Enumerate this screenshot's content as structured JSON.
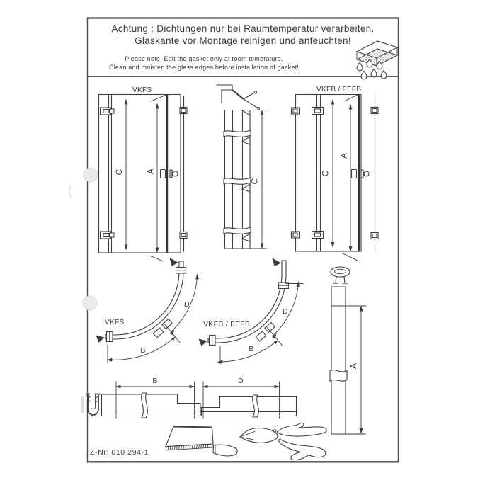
{
  "document": {
    "paper_color": "#ffffff",
    "line_color": "#3e3e3e",
    "frame_color": "#4a4a4a"
  },
  "notice": {
    "de_line1": "Achtung : Dichtungen nur bei Raumtemperatur verarbeiten.",
    "de_line2": "Glaskante vor Montage reinigen und anfeuchten!",
    "en_line1": "Please note: Edit the gasket only at room temerature.",
    "en_line2": "Clean and moisten the glass edges before installation of gasket!"
  },
  "labels": {
    "vkfs": "VKFS",
    "vkfb_fefb": "VKFB / FEFB",
    "dim_a": "A",
    "dim_b": "B",
    "dim_c": "C",
    "dim_d": "D"
  },
  "footer": {
    "drawing_number": "Z-Nr: 010 294-1"
  },
  "icons": {
    "glass_gasket_stack_icon": "glass sheet with gasket layer",
    "water_drops_icon": "water drops",
    "gasket_cross_section_icon": "gasket profile cross-section",
    "gasket_clip_icon": "gasket end clip",
    "u_profile_icon": "U-channel gasket profile",
    "saw_icon": "fine hand saw",
    "snips_icon": "metal shears"
  }
}
